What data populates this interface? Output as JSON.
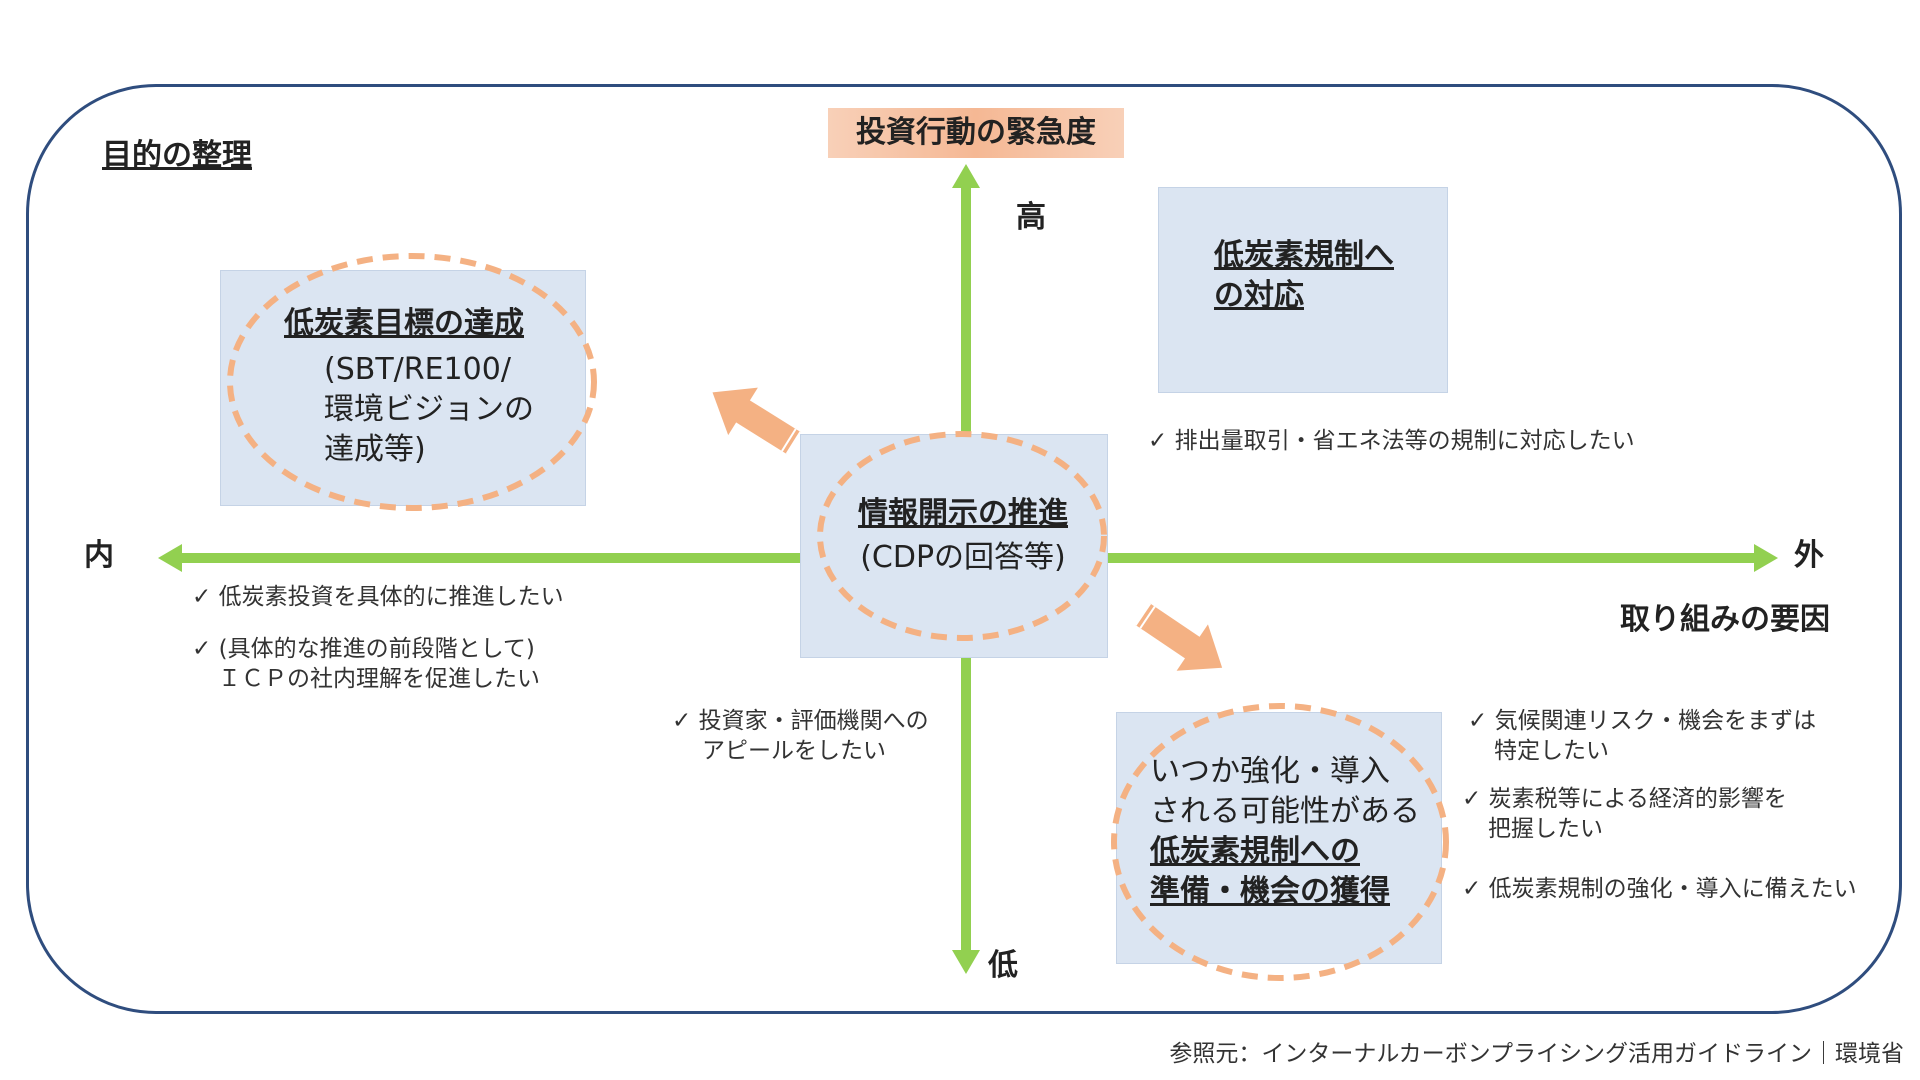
{
  "purpose_title": "目的の整理",
  "vertical_axis": {
    "title": "投資行動の緊急度",
    "high": "高",
    "low": "低"
  },
  "horizontal_axis": {
    "title": "取り組みの要因",
    "inner": "内",
    "outer": "外"
  },
  "boxes": {
    "top_left": {
      "heading": "低炭素目標の達成",
      "lines": [
        "(SBT/RE100/",
        "環境ビジョンの",
        "達成等)"
      ]
    },
    "top_right": {
      "lines": [
        "低炭素規制へ",
        "の対応"
      ]
    },
    "center": {
      "heading": "情報開示の推進",
      "sub": "(CDPの回答等)"
    },
    "bottom_right": {
      "lines_normal": [
        "いつか強化・導入",
        "される可能性がある"
      ],
      "lines_bold": [
        "低炭素規制への",
        "準備・機会の獲得"
      ]
    }
  },
  "checks": {
    "top_right": [
      "排出量取引・省エネ法等の規制に対応したい"
    ],
    "left": [
      "低炭素投資を具体的に推進したい",
      "(具体的な推進の前段階として)",
      "ＩＣＰの社内理解を促進したい"
    ],
    "center_bottom": [
      "投資家・評価機関への",
      "アピールをしたい"
    ],
    "bottom_right": [
      "気候関連リスク・機会をまずは",
      "特定したい",
      "炭素税等による経済的影響を",
      "把握したい",
      "低炭素規制の強化・導入に備えたい"
    ]
  },
  "source": "参照元：インターナルカーボンプライシング活用ガイドライン｜環境省",
  "colors": {
    "frame": "#2f4d7e",
    "axis": "#92d050",
    "note": "#dbe5f2",
    "dashed_ellipse": "#f4b183",
    "arrow": "#f4b183"
  }
}
